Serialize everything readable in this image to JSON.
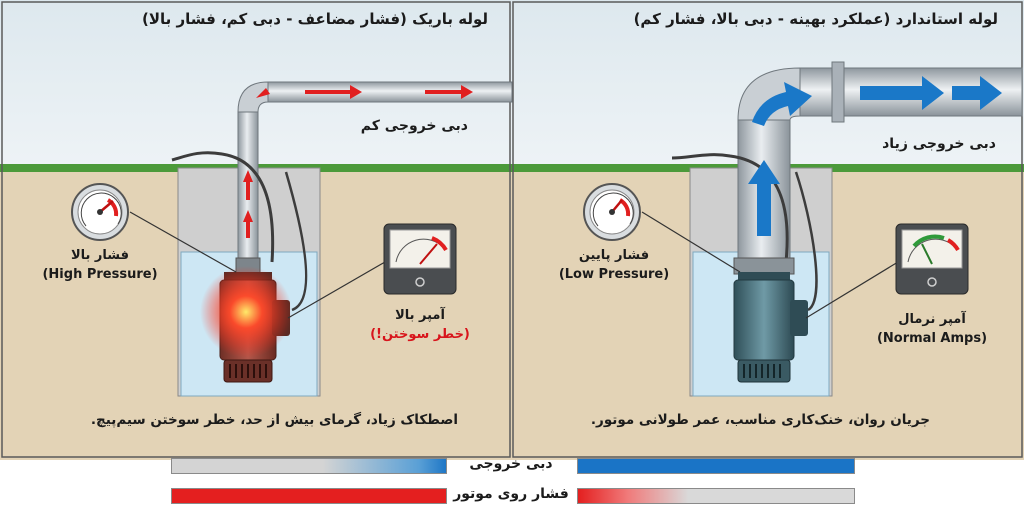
{
  "left_panel": {
    "title": "لوله باریک (فشار مضاعف - دبی کم، فشار بالا)",
    "flow_label": "دبی خروجی کم",
    "gauge_label_fa": "فشار بالا",
    "gauge_label_en": "(High Pressure)",
    "amp_label": "آمپر بالا",
    "amp_warning": "(خطر سوختن!)",
    "caption": "اصطکاک زیاد، گرمای بیش از حد، خطر سوختن سیم‌پیچ."
  },
  "right_panel": {
    "title": "لوله استاندارد (عملکرد بهینه - دبی بالا، فشار کم)",
    "flow_label": "دبی خروجی زیاد",
    "gauge_label_fa": "فشار پایین",
    "gauge_label_en": "(Low Pressure)",
    "amp_label": "آمپر نرمال",
    "amp_label_en": "(Normal Amps)",
    "caption": "جریان روان، خنک‌کاری مناسب، عمر طولانی موتور."
  },
  "legend": {
    "flow_label": "دبی خروجی",
    "pressure_label": "فشار روی موتور"
  },
  "colors": {
    "water": "#d6ecf6",
    "soil": "#e3d3b6",
    "grass": "#4c9a3a",
    "flow_blue": "#1a78c8",
    "danger_red": "#e11f1f",
    "pipe_gray": "#b9c0c6",
    "pump_left": "#9a4a3e",
    "pump_right": "#4f7a86"
  }
}
